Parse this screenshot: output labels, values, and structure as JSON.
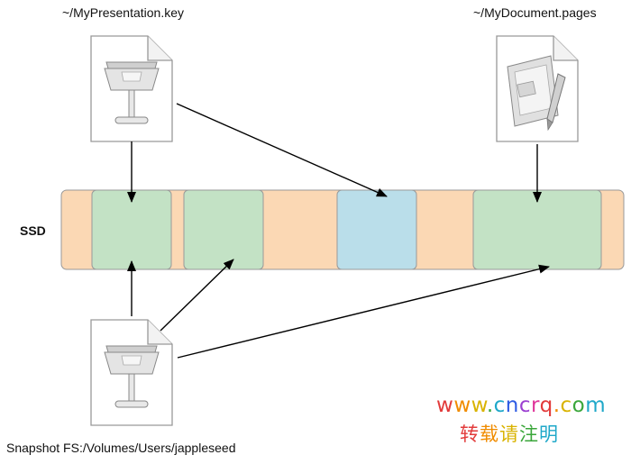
{
  "labels": {
    "presentation_file": "~/MyPresentation.key",
    "document_file": "~/MyDocument.pages",
    "ssd": "SSD",
    "snapshot": "Snapshot FS:/Volumes/Users/jappleseed"
  },
  "watermark": {
    "url": "www.cncrq.com",
    "text": "转载请注明"
  },
  "colors": {
    "ssd_background": "#FBD8B4",
    "block_green": "#C3E2C5",
    "block_blue": "#BADEEA",
    "outline": "#999999",
    "arrow": "#000000"
  },
  "icons": {
    "presentation_file": "keynote-file-icon",
    "document_file": "pages-file-icon",
    "snapshot_file": "keynote-file-icon"
  }
}
